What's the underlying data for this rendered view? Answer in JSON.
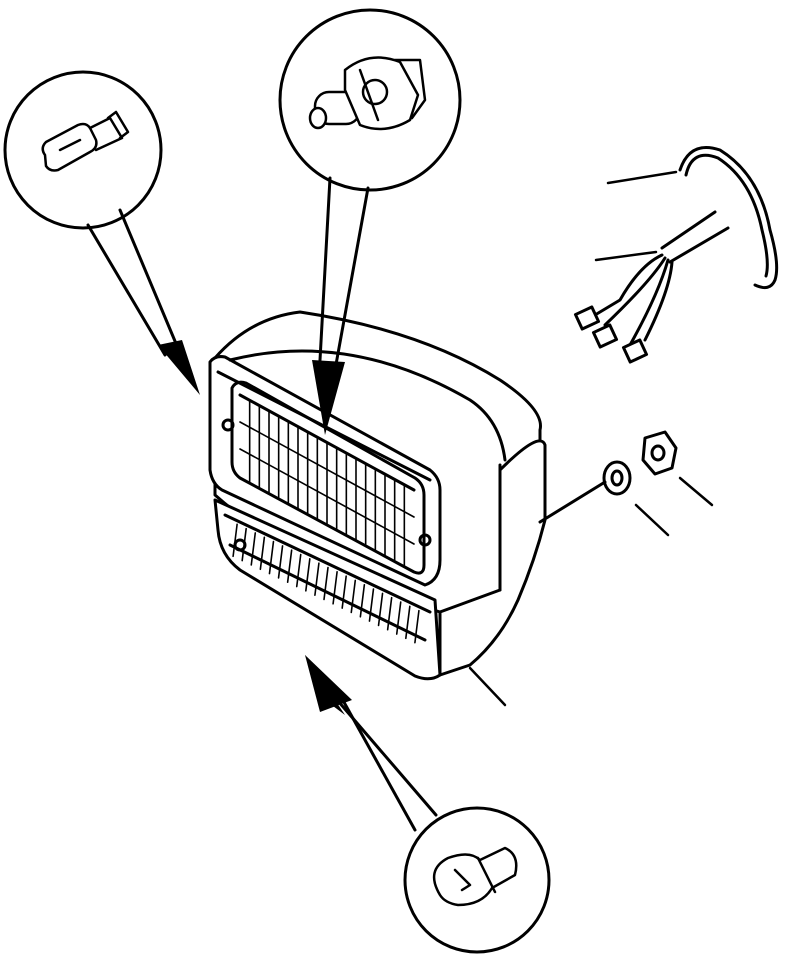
{
  "figure": {
    "kind": "exploded-parts-illustration",
    "subject": "headlamp-assembly",
    "ink_color": "#000000",
    "paper_color": "#ffffff",
    "parts": [
      {
        "id": "wedge-bulb",
        "icon": "wedge-bulb-icon"
      },
      {
        "id": "halogen-bulb",
        "icon": "halogen-bulb-icon"
      },
      {
        "id": "wiring-harness",
        "icon": "wiring-harness-icon"
      },
      {
        "id": "washer",
        "icon": "washer-icon"
      },
      {
        "id": "nut",
        "icon": "nut-icon"
      },
      {
        "id": "lamp-housing",
        "icon": "lamp-housing-icon"
      },
      {
        "id": "signal-bulb",
        "icon": "signal-bulb-icon"
      }
    ]
  }
}
